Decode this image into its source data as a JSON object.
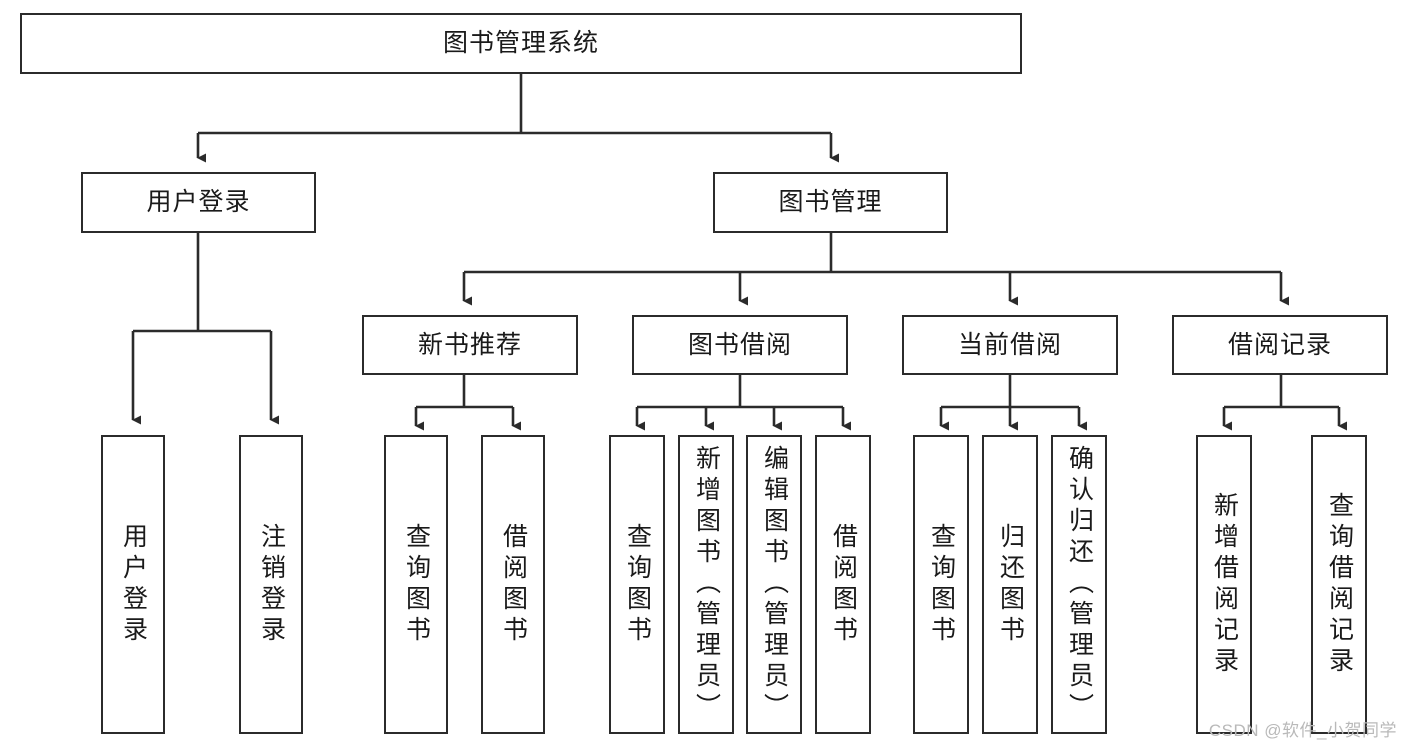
{
  "diagram": {
    "type": "tree",
    "title_node": "图书管理系统",
    "orientation": "top-down",
    "colors": {
      "stroke": "#2b2b2b",
      "fill": "#ffffff",
      "text": "#1a1a1a",
      "watermark": "#b9b9b9"
    },
    "levels": {
      "root": {
        "label": "图书管理系统"
      },
      "level2": [
        {
          "label": "用户登录"
        },
        {
          "label": "图书管理"
        }
      ],
      "level3": [
        {
          "label": "新书推荐"
        },
        {
          "label": "图书借阅"
        },
        {
          "label": "当前借阅"
        },
        {
          "label": "借阅记录"
        }
      ],
      "leaves": {
        "user_login": [
          {
            "label": "用户登录"
          },
          {
            "label": "注销登录"
          }
        ],
        "new_book_recommend": [
          {
            "label": "查询图书"
          },
          {
            "label": "借阅图书"
          }
        ],
        "book_borrow": [
          {
            "label": "查询图书"
          },
          {
            "label": "新增图书（管理员）"
          },
          {
            "label": "编辑图书（管理员）"
          },
          {
            "label": "借阅图书"
          }
        ],
        "current_borrow": [
          {
            "label": "查询图书"
          },
          {
            "label": "归还图书"
          },
          {
            "label": "确认归还（管理员）"
          }
        ],
        "borrow_record": [
          {
            "label": "新增借阅记录"
          },
          {
            "label": "查询借阅记录"
          }
        ]
      }
    }
  },
  "watermark": {
    "text": "CSDN @软件_小贺同学"
  }
}
